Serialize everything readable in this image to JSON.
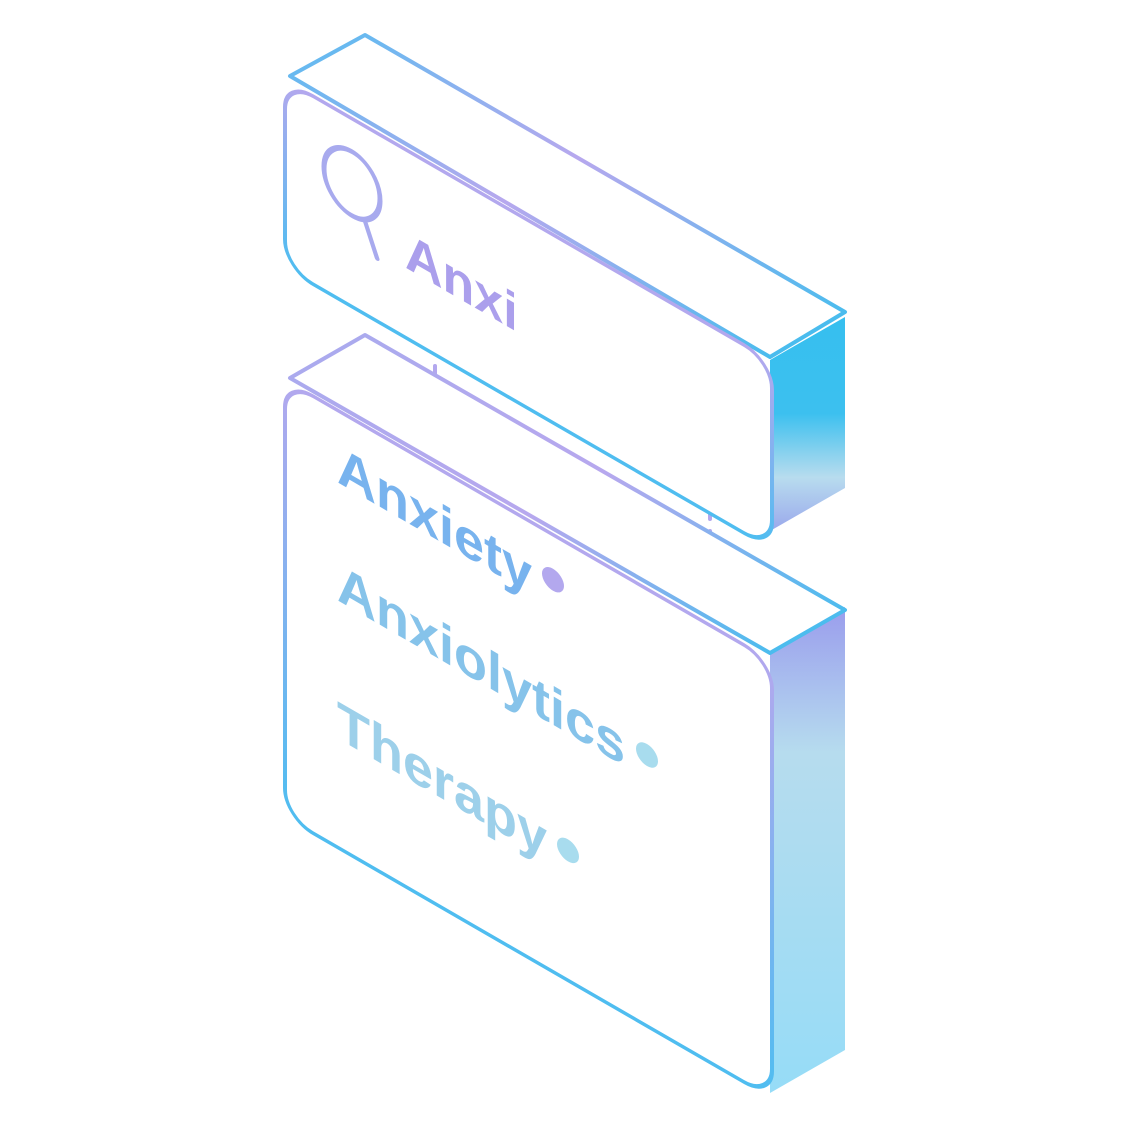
{
  "search": {
    "query": "Anxi",
    "icon": "search-icon"
  },
  "suggestions": [
    {
      "label": "Anxiety",
      "color": "#7fb6ee"
    },
    {
      "label": "Anxiolytics",
      "color": "#86c7ea"
    },
    {
      "label": "Therapy",
      "color": "#9fd3ea"
    }
  ],
  "colors": {
    "blue": "#3bbfee",
    "lavender": "#b3a8ee",
    "light_blue": "#a8dcee",
    "side_top": "#3bbfee",
    "side_bottom": "#9ddff7"
  }
}
